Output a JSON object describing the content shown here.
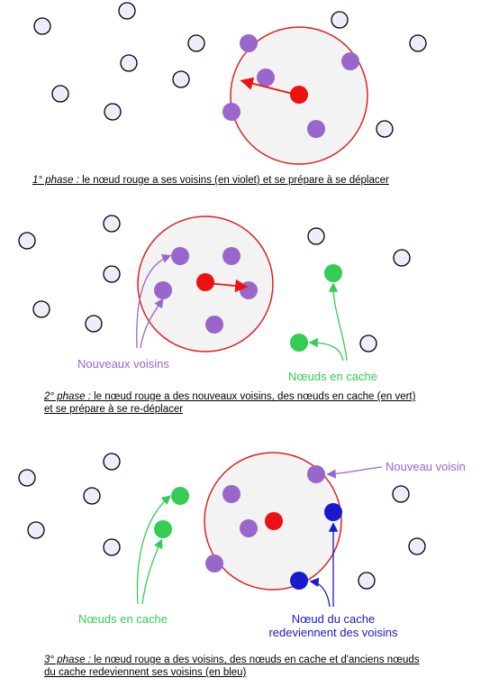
{
  "phases": [
    {
      "caption_prefix": "1° phase :",
      "caption_text": " le nœud rouge a ses voisins (en violet) et se prépare à se déplacer"
    },
    {
      "caption_prefix": "2° phase :",
      "caption_text_line1": " le nœud rouge a des nouveaux voisins, des nœuds en cache (en vert)",
      "caption_text_line2": "et se prépare à se re-déplacer",
      "label_new_neighbors": "Nouveaux voisins",
      "label_cache_nodes": "Nœuds en cache"
    },
    {
      "caption_prefix": "3° phase :",
      "caption_text_line1": " le nœud rouge a des voisins, des nœuds en cache et d'anciens nœuds",
      "caption_text_line2": "du cache redeviennent ses voisins (en bleu)",
      "label_new_neighbor": "Nouveau voisin",
      "label_cache_nodes": "Nœuds en cache",
      "label_cache_back_line1": "Nœud du cache",
      "label_cache_back_line2": "redeviennent des voisins"
    }
  ],
  "colors": {
    "range_circle_stroke": "#dd2222",
    "range_circle_fill": "#f3f3f3",
    "node_white_fill": "#eeeefa",
    "node_red": "#ee1111",
    "node_purple": "#9966cc",
    "node_green": "#33cc55",
    "node_blue": "#1a1acc"
  }
}
